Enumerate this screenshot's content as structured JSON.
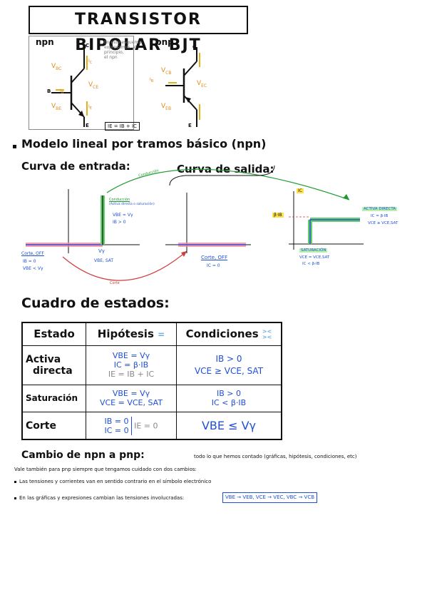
{
  "title": "TRANSISTOR BIPOLAR BJT",
  "schematic": {
    "npn_label": "npn",
    "pnp_label": "pnp",
    "note": [
      "En este esquema",
      "expresamos, al",
      "principio,",
      "el npn"
    ],
    "c": "C",
    "b": "B",
    "e": "E",
    "vbc": "V",
    "vbc_sub": "BC",
    "vbe": "V",
    "vbe_sub": "BE",
    "vce": "V",
    "vce_sub": "CE",
    "vcb": "V",
    "vcb_sub": "CB",
    "veb": "V",
    "veb_sub": "EB",
    "vec": "V",
    "vec_sub": "EC",
    "ib": "I",
    "ib_sub": "B",
    "ic": "I",
    "ic_sub": "C",
    "ie": "I",
    "ie_sub": "E",
    "plus": "+",
    "minus": "-",
    "formula": "IE = IB + IC"
  },
  "section1": {
    "title": "Modelo lineal por tramos básico (npn)",
    "input_curve": "Curva de entrada:",
    "output_curve": "Curva de salida:",
    "conduction_arrow": "Conducción",
    "cut_arrow": "Corte",
    "g1": {
      "cond_title": "Conducción",
      "cond_sub": "(Activa directa o saturación)",
      "cond_eq1": "VBE = Vγ",
      "cond_eq2": "IB > 0",
      "vgamma": "Vγ",
      "vbesat": "VBE, SAT",
      "cut_title": "Corte, OFF",
      "cut_eq1": "IB = 0",
      "cut_eq2": "VBE < Vγ"
    },
    "g2": {
      "cut_title": "Corte, OFF",
      "cut_eq": "IC = 0"
    },
    "g3": {
      "ic_axis": "IC",
      "bib": "β·IB",
      "active_title": "ACTIVA DIRECTA",
      "active_eq1": "IC = β·IB",
      "active_eq2": "VCE ≥ VCE,SAT",
      "sat_title": "SATURACIÓN",
      "sat_eq1": "VCE = VCE,SAT",
      "sat_eq2": "IC < β·IB"
    }
  },
  "section2": {
    "title": "Cuadro de estados:",
    "headers": [
      "Estado",
      "Hipótesis",
      "=",
      "Condiciones",
      "><",
      "><"
    ],
    "rows": [
      {
        "state": [
          "Activa",
          "directa"
        ],
        "hyp": [
          "VBE = Vγ",
          "IC = β·IB",
          "IE = IB + IC"
        ],
        "cond": [
          "IB > 0",
          "VCE ≥ VCE, SAT"
        ]
      },
      {
        "state": [
          "Saturación"
        ],
        "hyp": [
          "VBE = Vγ",
          "VCE = VCE, SAT"
        ],
        "cond": [
          "IB > 0",
          "IC < β·IB"
        ]
      },
      {
        "state": [
          "Corte"
        ],
        "hyp": [
          "IB = 0",
          "IC = 0"
        ],
        "hyp_extra": "IE = 0",
        "cond": [
          "VBE ≤ Vγ"
        ]
      }
    ]
  },
  "section3": {
    "title": "Cambio de npn a pnp:",
    "intro_right": "todo lo que hemos contado (gráficas, hipótesis, condiciones, etc)",
    "intro_left": "Vale también para pnp siempre que tengamos cuidado con dos cambios:",
    "bullet1": "Las tensiones y corrientes van en sentido contrario en el símbolo electrónico",
    "bullet2": "En las gráficas y expresiones cambian las tensiones involucradas:",
    "map": [
      "VBE",
      "VEB",
      "VCE",
      "VEC",
      "VBC",
      "VCB"
    ],
    "arrow": "→"
  }
}
